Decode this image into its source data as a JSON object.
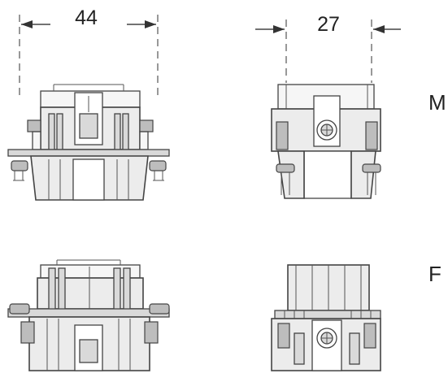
{
  "dimensions": {
    "width_front": "44",
    "width_side": "27"
  },
  "labels": {
    "male": "M",
    "female": "F"
  },
  "colors": {
    "line": "#444444",
    "fill": "#ececec",
    "background": "#ffffff"
  }
}
